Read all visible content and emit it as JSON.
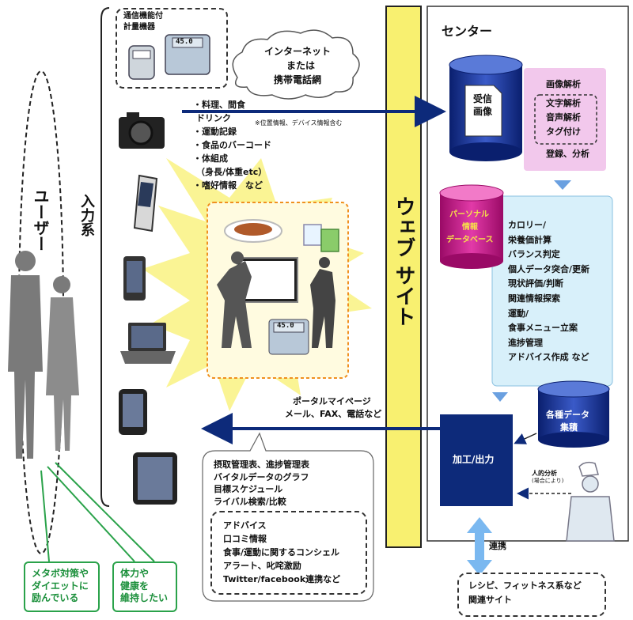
{
  "input_devices_box": {
    "line1": "通信機能付",
    "line2": "計量機器"
  },
  "scale_display": "45.0",
  "network_cloud": {
    "line1": "インターネット",
    "line2": "または",
    "line3": "携帯電話網"
  },
  "input_items": [
    "・料理、間食",
    "ドリンク",
    "・運動記録",
    "・食品のバーコード",
    "・体組成",
    "（身長/体重etc）",
    "・嗜好情報　など"
  ],
  "location_note": "※位置情報、デバイス情報含む",
  "user_label": "ユーザー",
  "input_label": "入力系",
  "website_label": "ウェブ サイト",
  "center_label": "センター",
  "received_image": {
    "line1": "受信",
    "line2": "画像"
  },
  "image_analysis": {
    "title": "画像解析",
    "items": [
      "文字解析",
      "音声解析",
      "タグ付け"
    ],
    "footer": "登録、分析"
  },
  "personal_db": {
    "line1": "パーソナル",
    "line2": "情報",
    "line3": "データベース"
  },
  "analysis_items": [
    "カロリー/",
    "栄養価計算",
    "バランス判定",
    "個人データ突合/更新",
    "現状評価/判断",
    "関連情報探索",
    "運動/",
    "食事メニュー立案",
    "進捗管理",
    "アドバイス作成 など"
  ],
  "data_store": {
    "line1": "各種データ",
    "line2": "集積"
  },
  "processing_label": "加工/出力",
  "human_analysis": {
    "line1": "人的分析",
    "line2": "(場合により)"
  },
  "output_channel": {
    "line1": "ポータルマイページ",
    "line2": "メール、FAX、電話など"
  },
  "output_items": [
    "摂取管理表、進捗管理表",
    "バイタルデータのグラフ",
    "目標スケジュール",
    "ライバル検索/比較"
  ],
  "advice_items": [
    "アドバイス",
    "口コミ情報",
    "食事/運動に関するコンシェル",
    "アラート、叱咤激励",
    "Twitter/facebook連携など"
  ],
  "link_label": "連携",
  "related_sites": {
    "line1": "レシピ、フィットネス系など",
    "line2": "関連サイト"
  },
  "user_goals": [
    {
      "line1": "メタボ対策や",
      "line2": "ダイエットに",
      "line3": "励んでいる"
    },
    {
      "line1": "体力や",
      "line2": "健康を",
      "line3": "維持したい"
    }
  ],
  "colors": {
    "navy": "#0d2a7a",
    "pink": "#f2c8ec",
    "light_blue": "#d8f0fa",
    "magenta": "#c0127f",
    "green": "#2aa24a",
    "yellow": "#f8f070"
  }
}
